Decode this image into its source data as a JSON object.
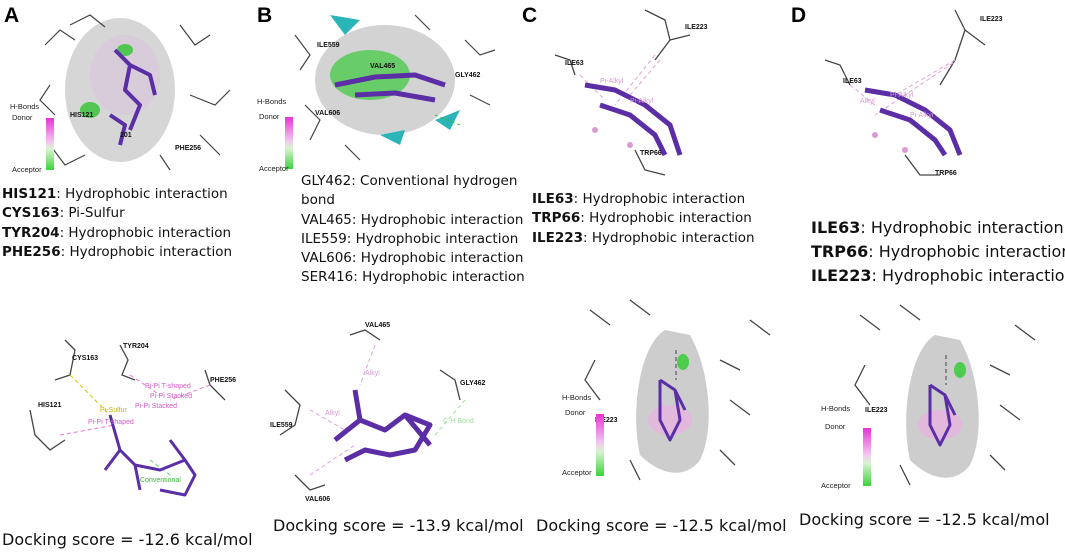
{
  "panels": [
    {
      "id": "A",
      "interactions": [
        {
          "residue": "HIS121",
          "type": ": Hydrophobic interaction"
        },
        {
          "residue": "CYS163",
          "type": ": Pi-Sulfur"
        },
        {
          "residue": "TYR204",
          "type": ": Hydrophobic interaction"
        },
        {
          "residue": "PHE256",
          "type": ": Hydrophobic interaction"
        }
      ],
      "top_labels": [
        "HIS121",
        "PHE256",
        "201"
      ],
      "hbonds": {
        "title": "H-Bonds",
        "donor": "Donor",
        "acceptor": "Acceptor"
      },
      "bottom_residues": [
        "CYS163",
        "TYR204",
        "PHE256",
        "HIS121"
      ],
      "bottom_interactions": [
        "Pi-Sulfur",
        "Pi-Pi T-shaped",
        "Pi-Pi Stacked",
        "Pi-Pi Stacked",
        "Pi-Pi T-shaped",
        "Conventional"
      ],
      "score": "Docking score = -12.6 kcal/mol"
    },
    {
      "id": "B",
      "interactions": [
        {
          "residue": "",
          "type": "GLY462: Conventional hydrogen bond"
        },
        {
          "residue": "",
          "type": "VAL465: Hydrophobic interaction"
        },
        {
          "residue": "",
          "type": "ILE559: Hydrophobic interaction"
        },
        {
          "residue": "",
          "type": "VAL606: Hydrophobic interaction"
        },
        {
          "residue": "",
          "type": "SER416: Hydrophobic interaction"
        }
      ],
      "top_labels": [
        "ILE559",
        "VAL465",
        "GLY462",
        "VAL606"
      ],
      "hbonds": {
        "title": "H-Bonds",
        "donor": "Donor",
        "acceptor": "Acceptor"
      },
      "bottom_residues": [
        "VAL465",
        "GLY462",
        "ILE559",
        "VAL606"
      ],
      "bottom_interactions": [
        "Alkyl",
        "Alkyl",
        "C-H Bond"
      ],
      "score": "Docking score = -13.9 kcal/mol"
    },
    {
      "id": "C",
      "interactions": [
        {
          "residue": "ILE63",
          "type": ": Hydrophobic interaction"
        },
        {
          "residue": "TRP66",
          "type": ": Hydrophobic interaction"
        },
        {
          "residue": "ILE223",
          "type": ": Hydrophobic interaction"
        }
      ],
      "top_labels": [
        "ILE63",
        "ILE223",
        "TRP66"
      ],
      "top_interactions": [
        "Pi-Alkyl",
        "Pi-Alkyl"
      ],
      "hbonds": {
        "title": "H-Bonds",
        "donor": "Donor",
        "acceptor": "Acceptor"
      },
      "bottom_residues": [
        "ILE223"
      ],
      "score": "Docking score = -12.5 kcal/mol"
    },
    {
      "id": "D",
      "interactions": [
        {
          "residue": "ILE63",
          "type": ": Hydrophobic interaction"
        },
        {
          "residue": "TRP66",
          "type": ": Hydrophobic interaction"
        },
        {
          "residue": "ILE223",
          "type": ": Hydrophobic interaction"
        }
      ],
      "top_labels": [
        "ILE63",
        "ILE223",
        "TRP66"
      ],
      "top_interactions": [
        "Alkyl",
        "Pi-Alkyl",
        "Pi-Alkyl"
      ],
      "hbonds": {
        "title": "H-Bonds",
        "donor": "Donor",
        "acceptor": "Acceptor"
      },
      "bottom_residues": [
        "ILE223"
      ],
      "score": "Docking score = -12.5 kcal/mol"
    }
  ],
  "colors": {
    "ligand": "#5b2ea6",
    "surface": "#b9b9b9",
    "hbond_donor": "#e833d6",
    "hbond_acceptor": "#3bd43b",
    "helix": "#2bb5b8"
  }
}
